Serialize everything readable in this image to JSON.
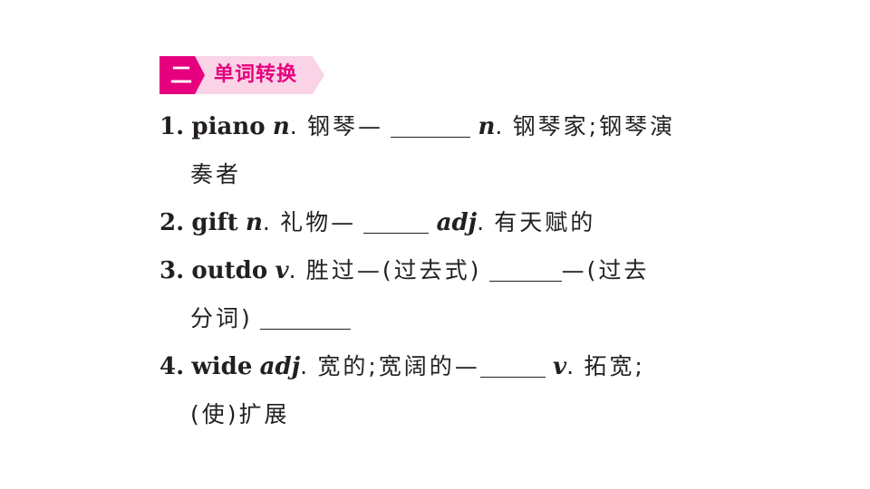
{
  "section": {
    "number": "二",
    "title": "单词转换"
  },
  "items": [
    {
      "num": "1.",
      "word": "piano",
      "pos1": "n",
      "meaning1": "钢琴",
      "dash": "—",
      "pos2": "n",
      "meaning2_a": "钢琴家;钢琴演",
      "meaning2_b": "奏者"
    },
    {
      "num": "2.",
      "word": "gift",
      "pos1": "n",
      "meaning1": "礼物",
      "dash": "—",
      "pos2": "adj",
      "meaning2": "有天赋的"
    },
    {
      "num": "3.",
      "word": "outdo",
      "pos1": "v",
      "meaning1": "胜过",
      "dash": "—",
      "paren1": "(过去式)",
      "paren2_a": "—(过去",
      "paren2_b": "分词)"
    },
    {
      "num": "4.",
      "word": "wide",
      "pos1": "adj",
      "meaning1": "宽的;宽阔的",
      "dash": "—",
      "pos2": "v",
      "meaning2_a": "拓宽;",
      "meaning2_b": "(使)扩展"
    }
  ]
}
